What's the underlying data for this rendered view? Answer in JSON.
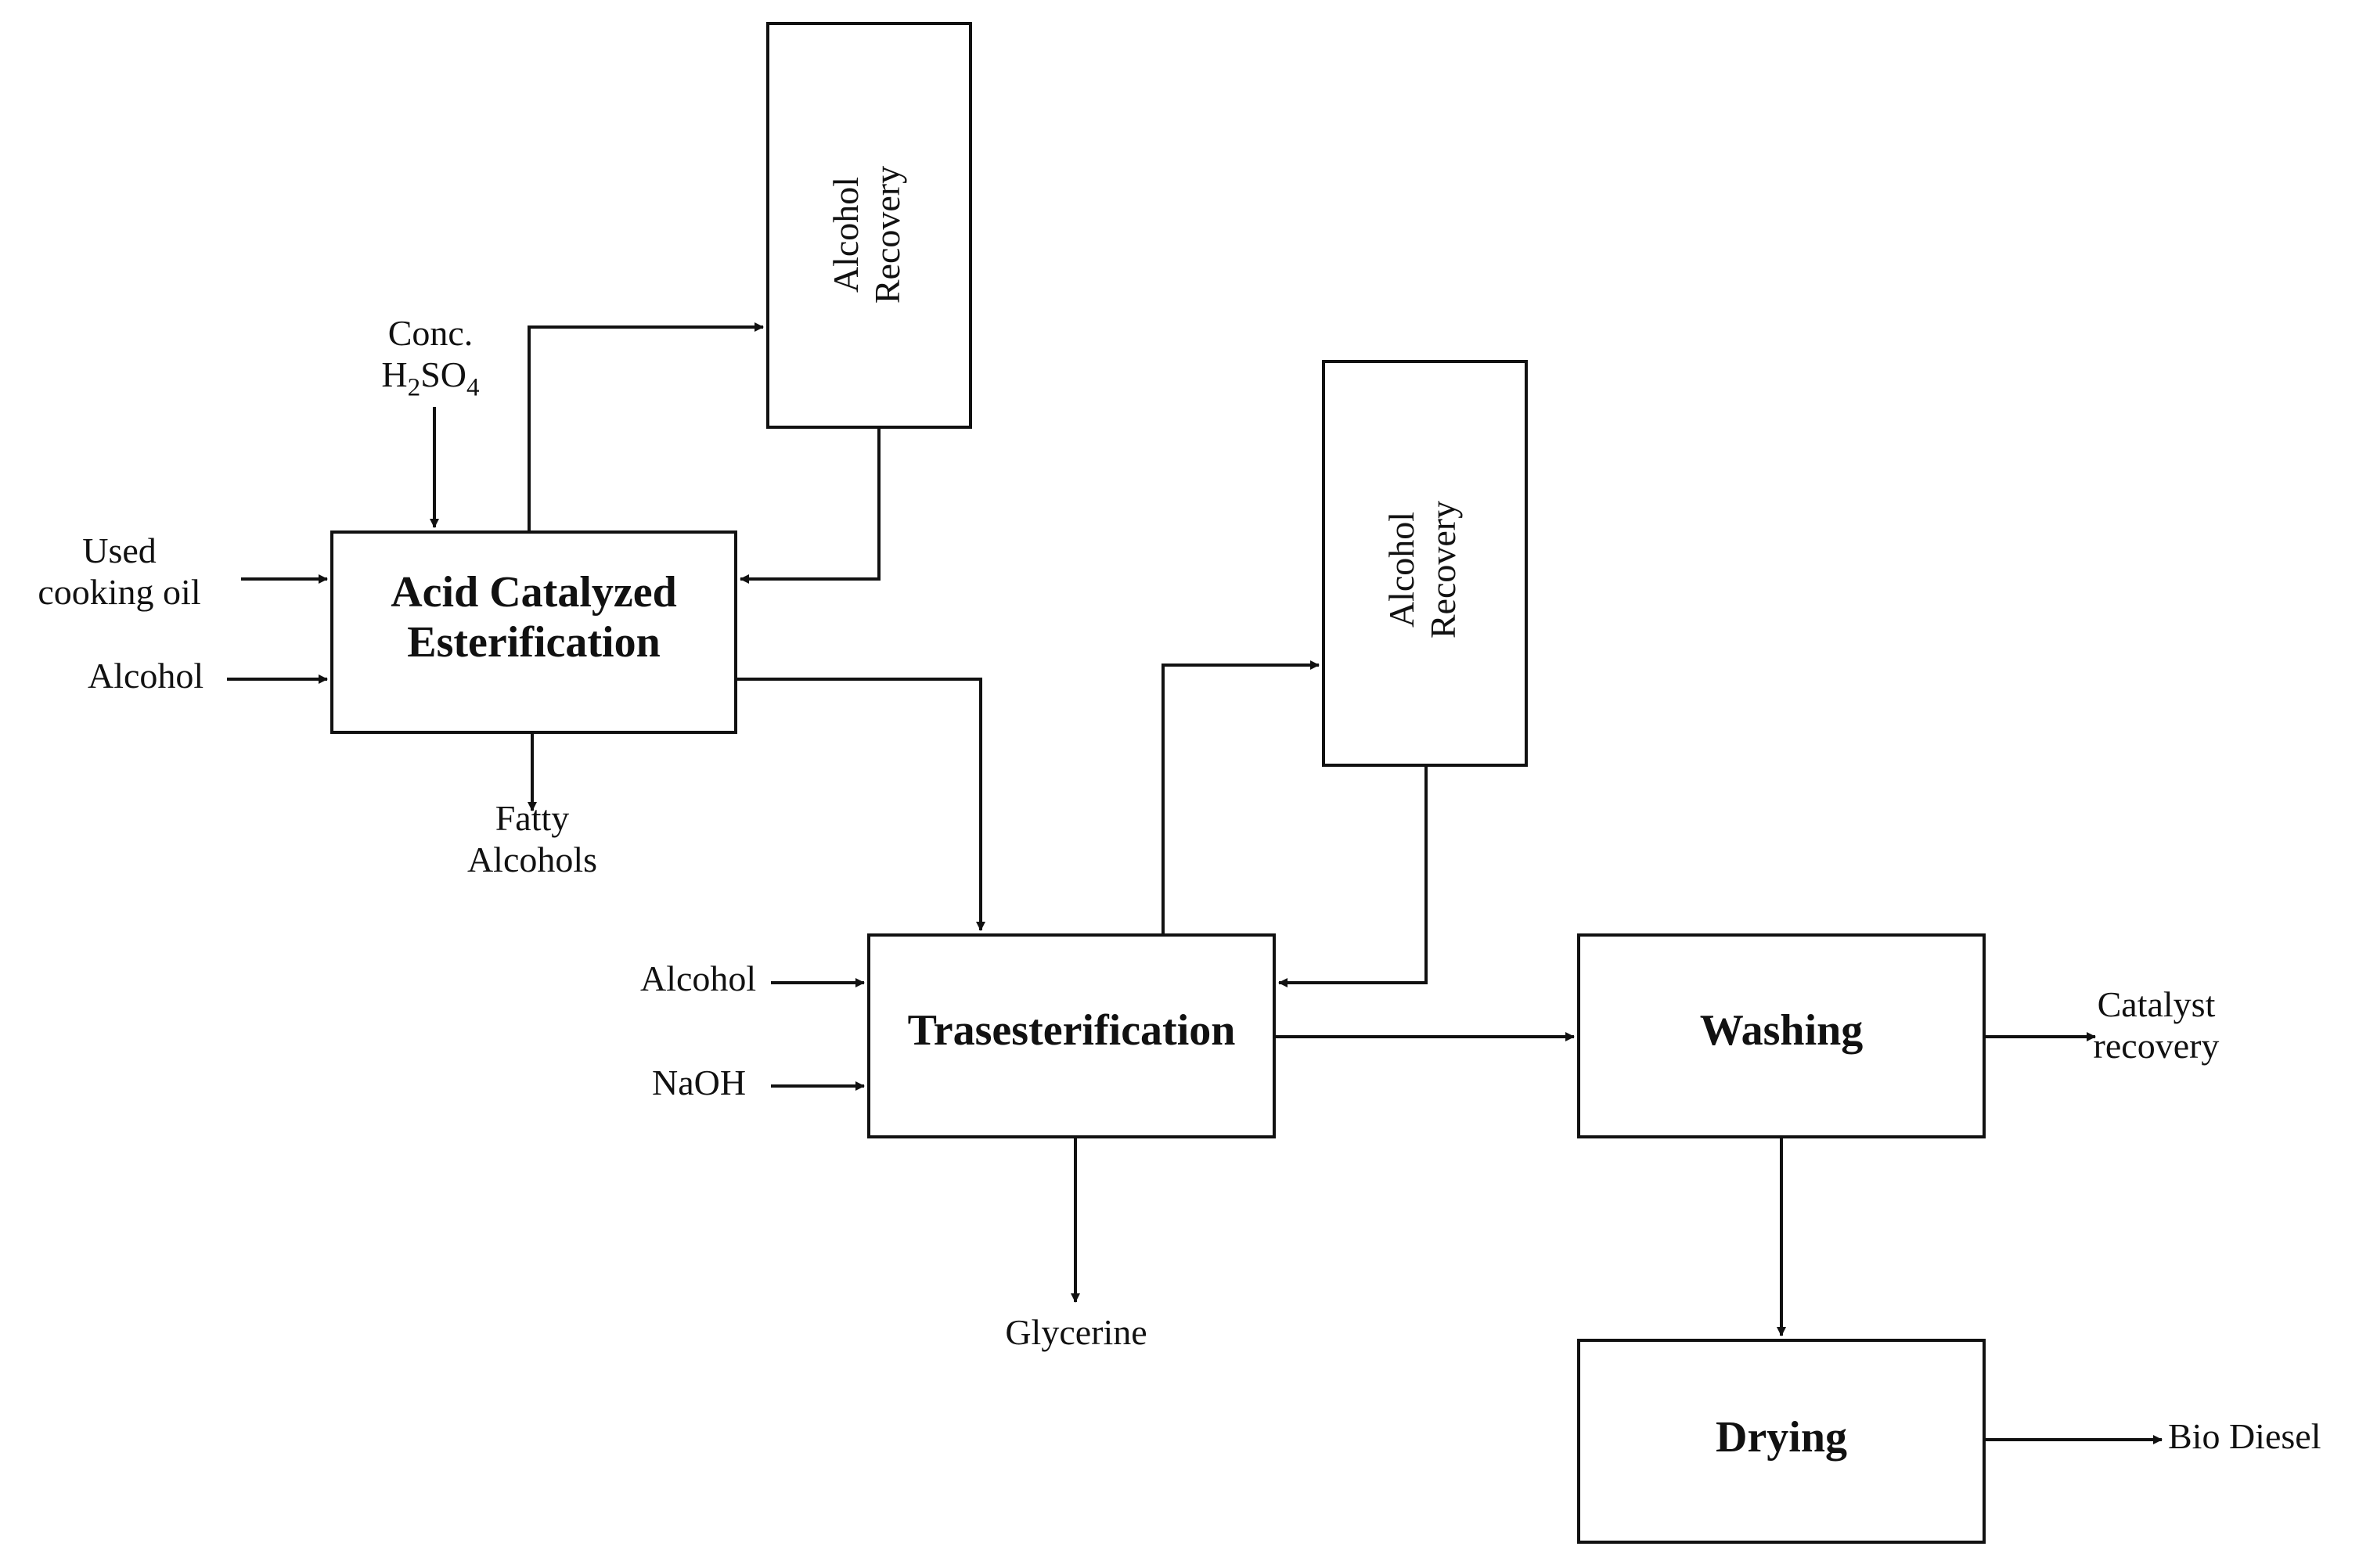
{
  "process": {
    "esterification": {
      "line1": "Acid Catalyzed",
      "line2": "Esterification"
    },
    "alcohol_recovery_1": {
      "line1": "Alcohol",
      "line2": "Recovery"
    },
    "alcohol_recovery_2": {
      "line1": "Alcohol",
      "line2": "Recovery"
    },
    "transesterification": "Trasesterification",
    "washing": "Washing",
    "drying": "Drying"
  },
  "streams": {
    "h2so4": {
      "line1": "Conc.",
      "h": "H",
      "sub2": "2",
      "so": "SO",
      "sub4": "4"
    },
    "used_oil": {
      "line1": "Used",
      "line2": "cooking oil"
    },
    "alcohol_1": "Alcohol",
    "fatty": {
      "line1": "Fatty",
      "line2": "Alcohols"
    },
    "alcohol_2": "Alcohol",
    "naoh": "NaOH",
    "glycerine": "Glycerine",
    "catalyst": {
      "line1": "Catalyst",
      "line2": "recovery"
    },
    "biodiesel": "Bio Diesel"
  }
}
